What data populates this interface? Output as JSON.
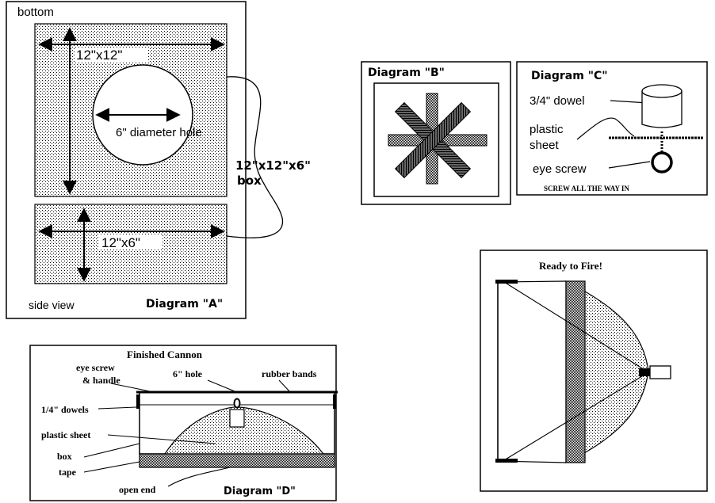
{
  "diagram_a": {
    "label_bottom": "bottom",
    "dim_bottom": "12\"x12\"",
    "hole_label": "6\" diameter hole",
    "box_label_line1": "12\"x12\"x6\"",
    "box_label_line2": "box",
    "dim_side": "12\"x6\"",
    "side_view": "side view",
    "title": "Diagram \"A\""
  },
  "diagram_b": {
    "title": "Diagram \"B\""
  },
  "diagram_c": {
    "title": "Diagram \"C\"",
    "dowel": "3/4\" dowel",
    "plastic_line1": "plastic",
    "plastic_line2": "sheet",
    "eye_screw": "eye screw",
    "instruction": "SCREW ALL THE WAY IN"
  },
  "diagram_d": {
    "heading": "Finished Cannon",
    "eye_screw_line1": "eye screw",
    "eye_screw_line2": "& handle",
    "hole": "6\" hole",
    "rubber_bands": "rubber bands",
    "dowels": "1/4\" dowels",
    "plastic_sheet": "plastic sheet",
    "box": "box",
    "tape": "tape",
    "open_end": "open end",
    "title": "Diagram \"D\""
  },
  "ready": {
    "title": "Ready to Fire!"
  },
  "colors": {
    "ink": "#000000",
    "paper": "#ffffff"
  }
}
